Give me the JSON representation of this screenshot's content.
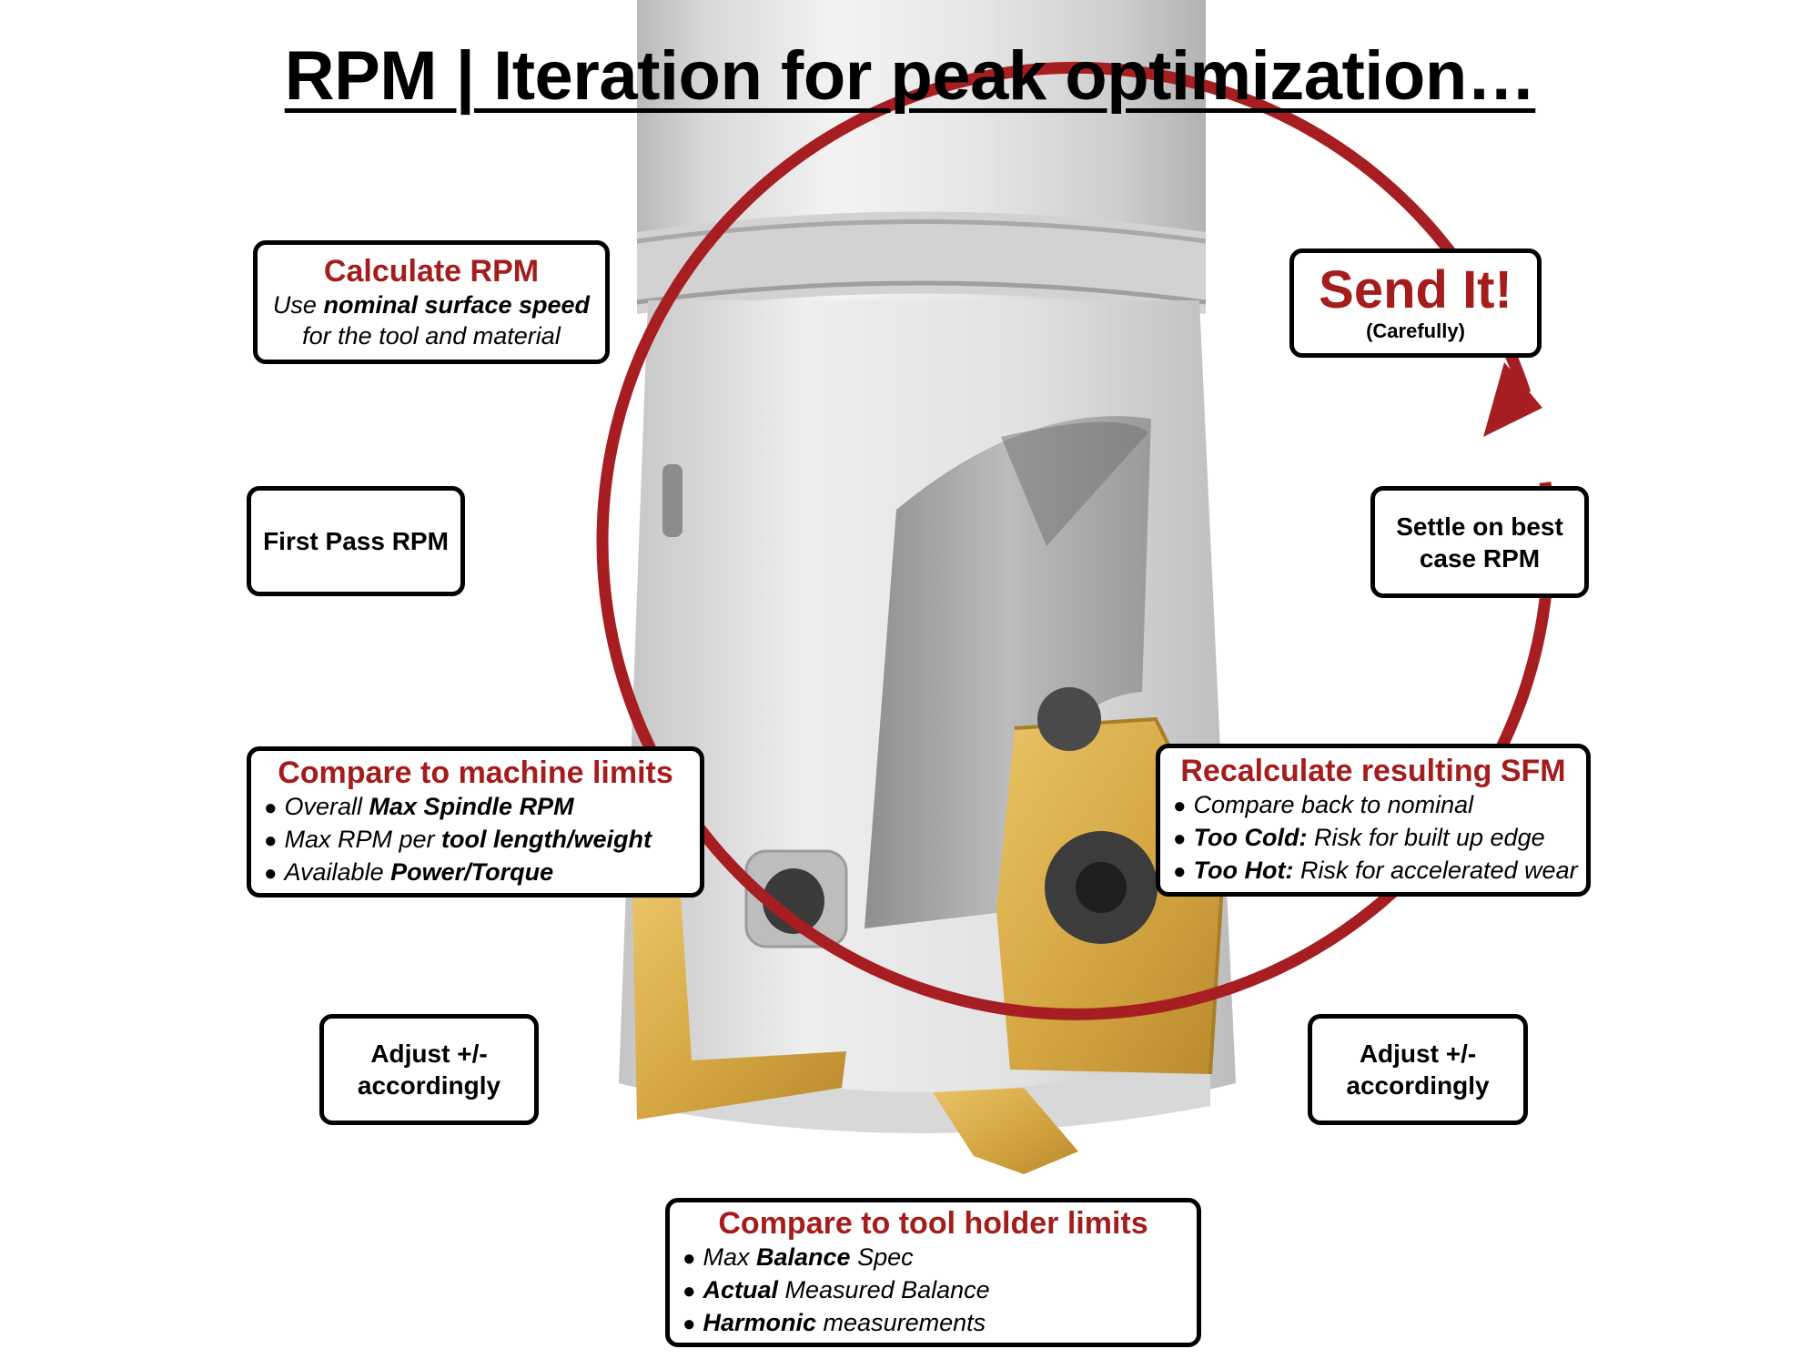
{
  "title": "RPM | Iteration for peak optimization…",
  "colors": {
    "accent_red": "#a51c1c",
    "arrow_red": "#a71e22",
    "insert_gold": "#d9ad48"
  },
  "illustration": {
    "subject": "milling-cutter-with-gold-inserts"
  },
  "steps": {
    "calculate": {
      "heading": "Calculate RPM",
      "line1_pre": "Use ",
      "line1_bold": "nominal surface speed",
      "line2": "for the tool and material"
    },
    "first_pass": {
      "label": "First Pass RPM"
    },
    "machine": {
      "heading": "Compare to machine limits",
      "bullets": [
        {
          "pre": "Overall ",
          "bold": "Max Spindle RPM",
          "post": ""
        },
        {
          "pre": "Max RPM per ",
          "bold": "tool length/weight",
          "post": ""
        },
        {
          "pre": "Available ",
          "bold": "Power/Torque",
          "post": ""
        }
      ]
    },
    "adjust_left": {
      "line1": "Adjust +/-",
      "line2": "accordingly"
    },
    "holder": {
      "heading": "Compare to tool holder limits",
      "bullets": [
        {
          "pre": "Max ",
          "bold": "Balance",
          "post": " Spec"
        },
        {
          "pre": "",
          "bold": "Actual",
          "post": " Measured Balance"
        },
        {
          "pre": "",
          "bold": "Harmonic",
          "post": " measurements"
        }
      ]
    },
    "adjust_right": {
      "line1": "Adjust +/-",
      "line2": "accordingly"
    },
    "recalc": {
      "heading": "Recalculate resulting SFM",
      "bullets": [
        {
          "pre": "Compare back to nominal",
          "bold": "",
          "post": ""
        },
        {
          "pre": "",
          "bold": "Too Cold:",
          "post": " Risk for built up edge"
        },
        {
          "pre": "",
          "bold": "Too Hot:",
          "post": " Risk for accelerated wear"
        }
      ]
    },
    "settle": {
      "line1": "Settle on best",
      "line2": "case RPM"
    },
    "send": {
      "heading": "Send It!",
      "sub": "(Carefully)"
    }
  }
}
